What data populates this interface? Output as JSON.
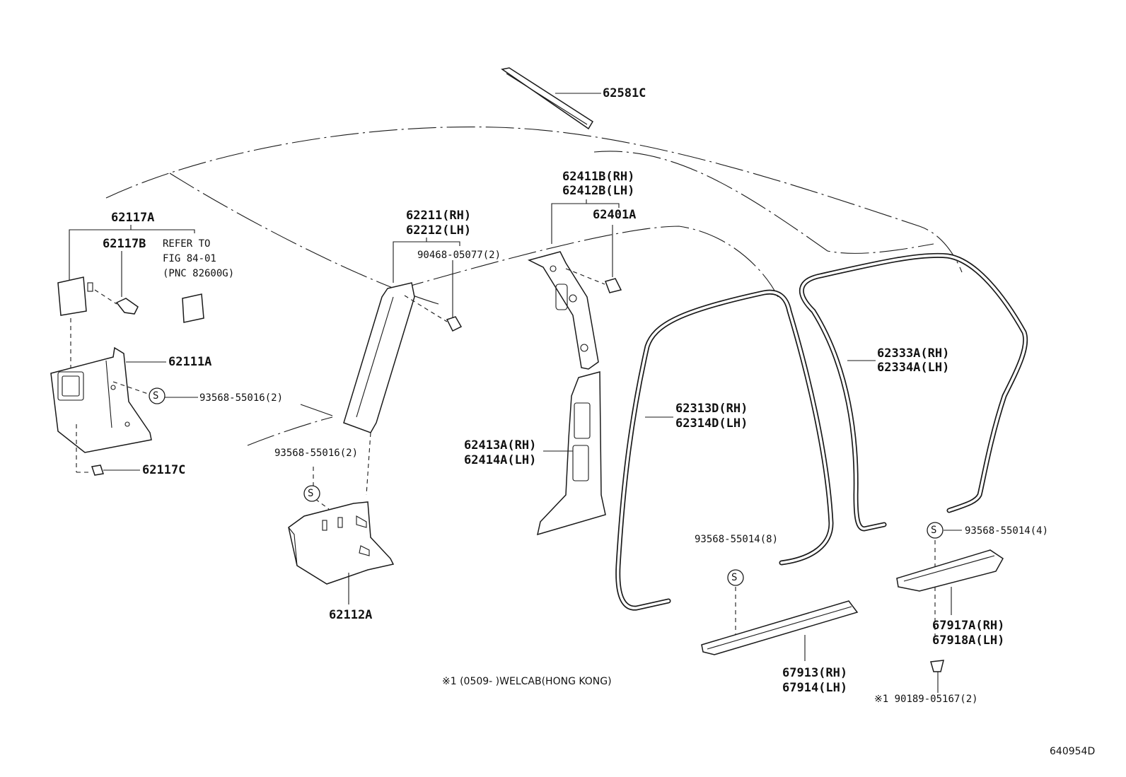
{
  "labels": {
    "p62581C": "62581C",
    "p62117A": "62117A",
    "p62117B": "62117B",
    "refer1": "REFER TO",
    "refer2": "FIG 84-01",
    "refer3": "(PNC 82600G)",
    "p62111A": "62111A",
    "screw_a": "93568-55016(2)",
    "p62117C": "62117C",
    "p62211": "62211(RH)",
    "p62212": "62212(LH)",
    "clip_90468": "90468-05077(2)",
    "screw_b": "93568-55016(2)",
    "p62112A": "62112A",
    "p62411B": "62411B(RH)",
    "p62412B": "62412B(LH)",
    "p62401A": "62401A",
    "p62413A": "62413A(RH)",
    "p62414A": "62414A(LH)",
    "p62313D": "62313D(RH)",
    "p62314D": "62314D(LH)",
    "p62333A": "62333A(RH)",
    "p62334A": "62334A(LH)",
    "screw_c": "93568-55014(8)",
    "screw_d": "93568-55014(4)",
    "p67917A": "67917A(RH)",
    "p67918A": "67918A(LH)",
    "p67913": "67913(RH)",
    "p67914": "67914(LH)",
    "clip_90189": "※1 90189-05167(2)",
    "welcab_note": "※1 (0509-    )WELCAB(HONG KONG)",
    "fig_id": "640954D",
    "s_mark": "S"
  }
}
